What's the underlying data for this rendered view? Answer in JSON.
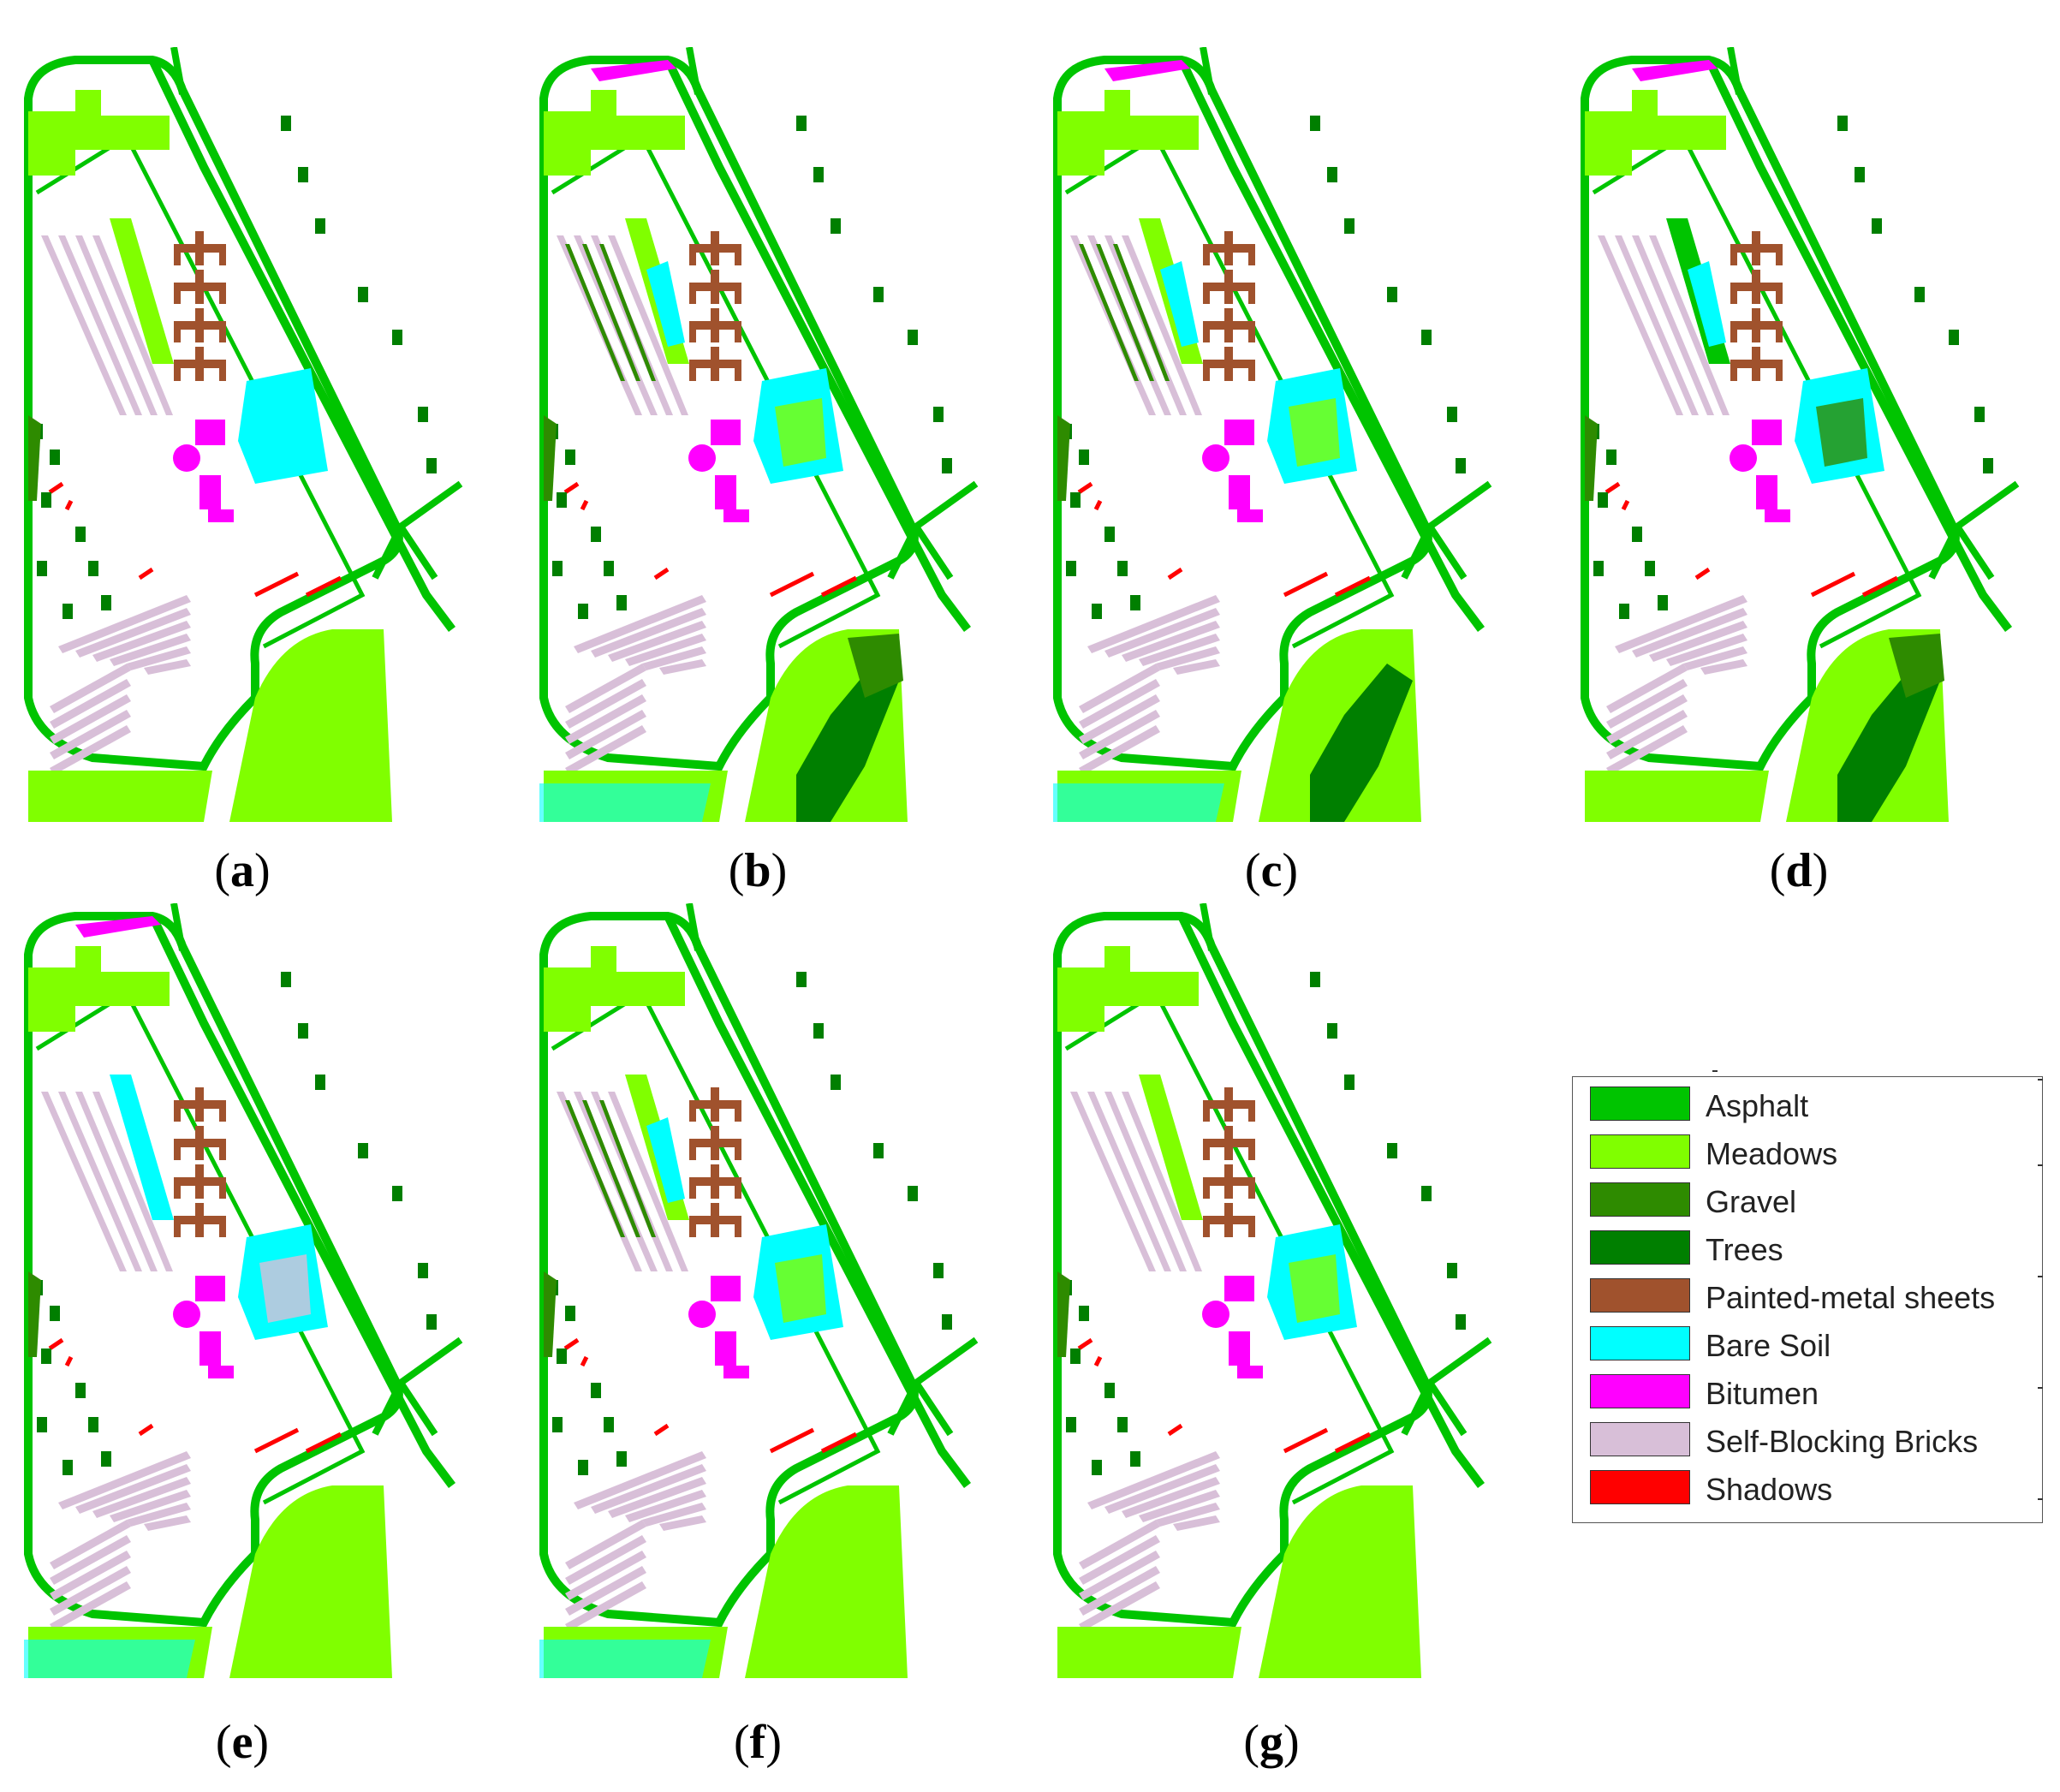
{
  "figure": {
    "panels": [
      {
        "id": "a",
        "caption": "a"
      },
      {
        "id": "b",
        "caption": "b"
      },
      {
        "id": "c",
        "caption": "c"
      },
      {
        "id": "d",
        "caption": "d"
      },
      {
        "id": "e",
        "caption": "e"
      },
      {
        "id": "f",
        "caption": "f"
      },
      {
        "id": "g",
        "caption": "g"
      }
    ]
  },
  "legend": {
    "items": [
      {
        "label": "Asphalt",
        "color": "#00C400"
      },
      {
        "label": "Meadows",
        "color": "#80FF00"
      },
      {
        "label": "Gravel",
        "color": "#2E8B00"
      },
      {
        "label": "Trees",
        "color": "#007F00"
      },
      {
        "label": "Painted-metal sheets",
        "color": "#A0522D"
      },
      {
        "label": "Bare Soil",
        "color": "#00FFFF"
      },
      {
        "label": "Bitumen",
        "color": "#FF00FF"
      },
      {
        "label": "Self-Blocking Bricks",
        "color": "#D8BFD8"
      },
      {
        "label": "Shadows",
        "color": "#FF0000"
      }
    ]
  }
}
